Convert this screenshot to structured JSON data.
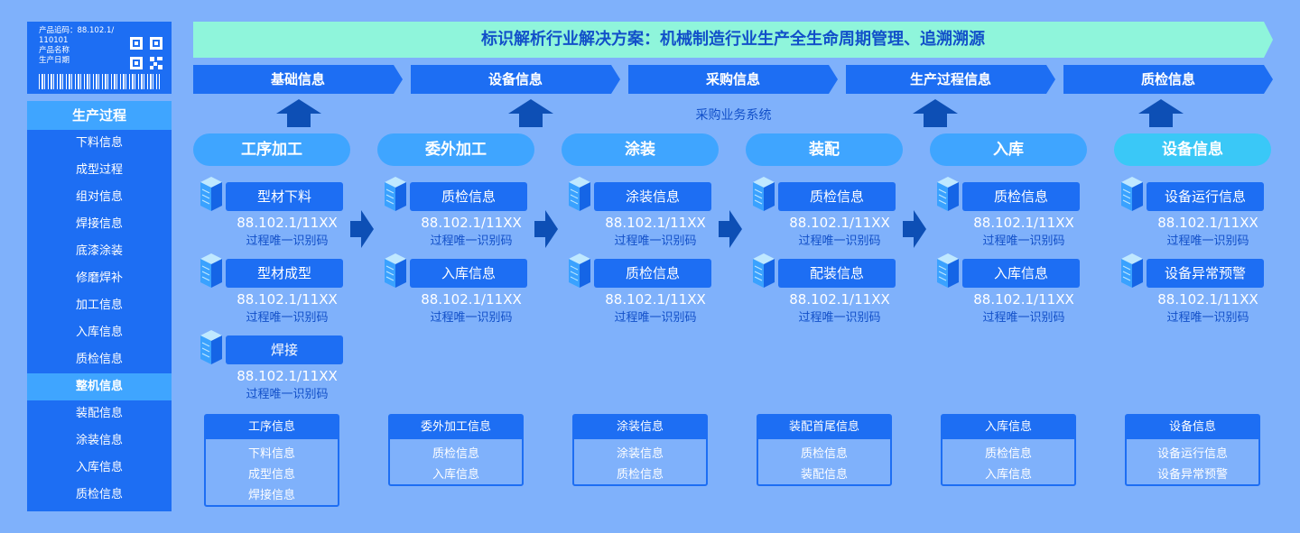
{
  "product_label": {
    "lines": [
      "产品追码：88.102.1/",
      "110101",
      "产品名称",
      "生产日期"
    ]
  },
  "sidebar": {
    "title": "生产过程",
    "items": [
      {
        "label": "下料信息",
        "selected": false
      },
      {
        "label": "成型过程",
        "selected": false
      },
      {
        "label": "组对信息",
        "selected": false
      },
      {
        "label": "焊接信息",
        "selected": false
      },
      {
        "label": "底漆涂装",
        "selected": false
      },
      {
        "label": "修磨焊补",
        "selected": false
      },
      {
        "label": "加工信息",
        "selected": false
      },
      {
        "label": "入库信息",
        "selected": false
      },
      {
        "label": "质检信息",
        "selected": false
      },
      {
        "label": "整机信息",
        "selected": true
      },
      {
        "label": "装配信息",
        "selected": false
      },
      {
        "label": "涂装信息",
        "selected": false
      },
      {
        "label": "入库信息",
        "selected": false
      },
      {
        "label": "质检信息",
        "selected": false
      }
    ]
  },
  "banner": {
    "title": "标识解析行业解决方案：机械制造行业生产全生命周期管理、追溯溯源"
  },
  "categories": [
    "基础信息",
    "设备信息",
    "采购信息",
    "生产过程信息",
    "质检信息"
  ],
  "purchase_system": "采购业务系统",
  "stages": [
    {
      "name": "工序加工",
      "items": [
        {
          "tag": "型材下料",
          "code": "88.102.1/11XX",
          "desc": "过程唯一识别码"
        },
        {
          "tag": "型材成型",
          "code": "88.102.1/11XX",
          "desc": "过程唯一识别码"
        },
        {
          "tag": "焊接",
          "code": "88.102.1/11XX",
          "desc": "过程唯一识别码"
        }
      ],
      "box": {
        "title": "工序信息",
        "items": [
          "下料信息",
          "成型信息",
          "焊接信息"
        ]
      }
    },
    {
      "name": "委外加工",
      "items": [
        {
          "tag": "质检信息",
          "code": "88.102.1/11XX",
          "desc": "过程唯一识别码"
        },
        {
          "tag": "入库信息",
          "code": "88.102.1/11XX",
          "desc": "过程唯一识别码"
        }
      ],
      "box": {
        "title": "委外加工信息",
        "items": [
          "质检信息",
          "入库信息"
        ]
      }
    },
    {
      "name": "涂装",
      "items": [
        {
          "tag": "涂装信息",
          "code": "88.102.1/11XX",
          "desc": "过程唯一识别码"
        },
        {
          "tag": "质检信息",
          "code": "88.102.1/11XX",
          "desc": "过程唯一识别码"
        }
      ],
      "box": {
        "title": "涂装信息",
        "items": [
          "涂装信息",
          "质检信息"
        ]
      }
    },
    {
      "name": "装配",
      "items": [
        {
          "tag": "质检信息",
          "code": "88.102.1/11XX",
          "desc": "过程唯一识别码"
        },
        {
          "tag": "配装信息",
          "code": "88.102.1/11XX",
          "desc": "过程唯一识别码"
        }
      ],
      "box": {
        "title": "装配首尾信息",
        "items": [
          "质检信息",
          "装配信息"
        ]
      }
    },
    {
      "name": "入库",
      "items": [
        {
          "tag": "质检信息",
          "code": "88.102.1/11XX",
          "desc": "过程唯一识别码"
        },
        {
          "tag": "入库信息",
          "code": "88.102.1/11XX",
          "desc": "过程唯一识别码"
        }
      ],
      "box": {
        "title": "入库信息",
        "items": [
          "质检信息",
          "入库信息"
        ]
      }
    },
    {
      "name": "设备信息",
      "highlight": true,
      "items": [
        {
          "tag": "设备运行信息",
          "code": "88.102.1/11XX",
          "desc": "过程唯一识别码"
        },
        {
          "tag": "设备异常预警",
          "code": "88.102.1/11XX",
          "desc": "过程唯一识别码"
        }
      ],
      "box": {
        "title": "设备信息",
        "items": [
          "设备运行信息",
          "设备异常预警"
        ]
      }
    }
  ],
  "colors": {
    "background": "#7fb1fb",
    "primary": "#1d6ef3",
    "pill": "#3fa5ff",
    "pill_highlight": "#3ac8f7",
    "banner": "#8ff5db",
    "dark_text": "#1250c9",
    "arrow": "#0d4fb5"
  },
  "icons": {
    "cube": "server-cube-icon",
    "up_arrow": "up-arrow-icon",
    "right_arrow": "right-arrow-icon",
    "qr": "qr-code-icon",
    "barcode": "barcode-icon"
  }
}
